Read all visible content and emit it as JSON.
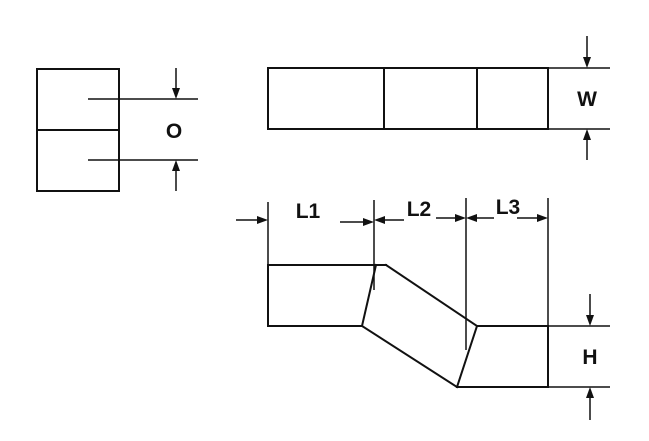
{
  "labels": {
    "offset": "O",
    "width": "W",
    "height": "H",
    "length1": "L1",
    "length2": "L2",
    "length3": "L3"
  },
  "colors": {
    "line": "#111111",
    "background": "#ffffff"
  }
}
